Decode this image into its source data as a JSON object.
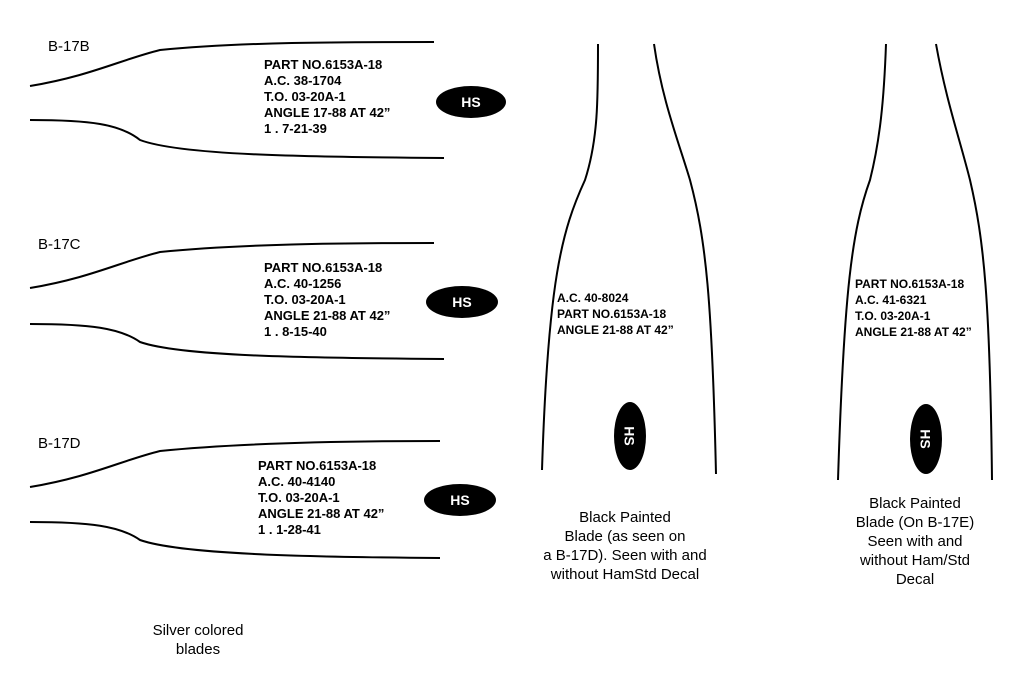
{
  "blades": [
    {
      "model": "B-17B",
      "lines": [
        "PART NO.6153A-18",
        "A.C. 38-1704",
        "T.O.  03-20A-1",
        "ANGLE  17-88 AT 42”",
        "1 . 7-21-39"
      ],
      "decal": "HS"
    },
    {
      "model": "B-17C",
      "lines": [
        "PART NO.6153A-18",
        "A.C. 40-1256",
        "T.O.  03-20A-1",
        "ANGLE  21-88 AT 42”",
        "1 . 8-15-40"
      ],
      "decal": "HS"
    },
    {
      "model": "B-17D",
      "lines": [
        "PART NO.6153A-18",
        "A.C. 40-4140",
        "T.O.  03-20A-1",
        "ANGLE  21-88 AT 42”",
        "1 . 1-28-41"
      ],
      "decal": "HS"
    }
  ],
  "vertical_blades": [
    {
      "lines": [
        "A.C. 40-8024",
        "PART NO.6153A-18",
        "ANGLE  21-88 AT 42”"
      ],
      "decal": "HS",
      "caption": [
        "Black Painted",
        "Blade (as seen on",
        "a B-17D).  Seen with and",
        "without HamStd Decal"
      ]
    },
    {
      "lines": [
        "PART NO.6153A-18",
        "A.C. 41-6321",
        "T.O.  03-20A-1",
        "ANGLE  21-88 AT 42”"
      ],
      "decal": "HS",
      "caption": [
        "Black Painted",
        "Blade (On B-17E)",
        "Seen with and",
        "without Ham/Std",
        "Decal"
      ]
    }
  ],
  "silver_caption": [
    "Silver colored",
    "blades"
  ],
  "colors": {
    "line": "#000000",
    "decal_bg": "#000000",
    "decal_text": "#ffffff"
  }
}
